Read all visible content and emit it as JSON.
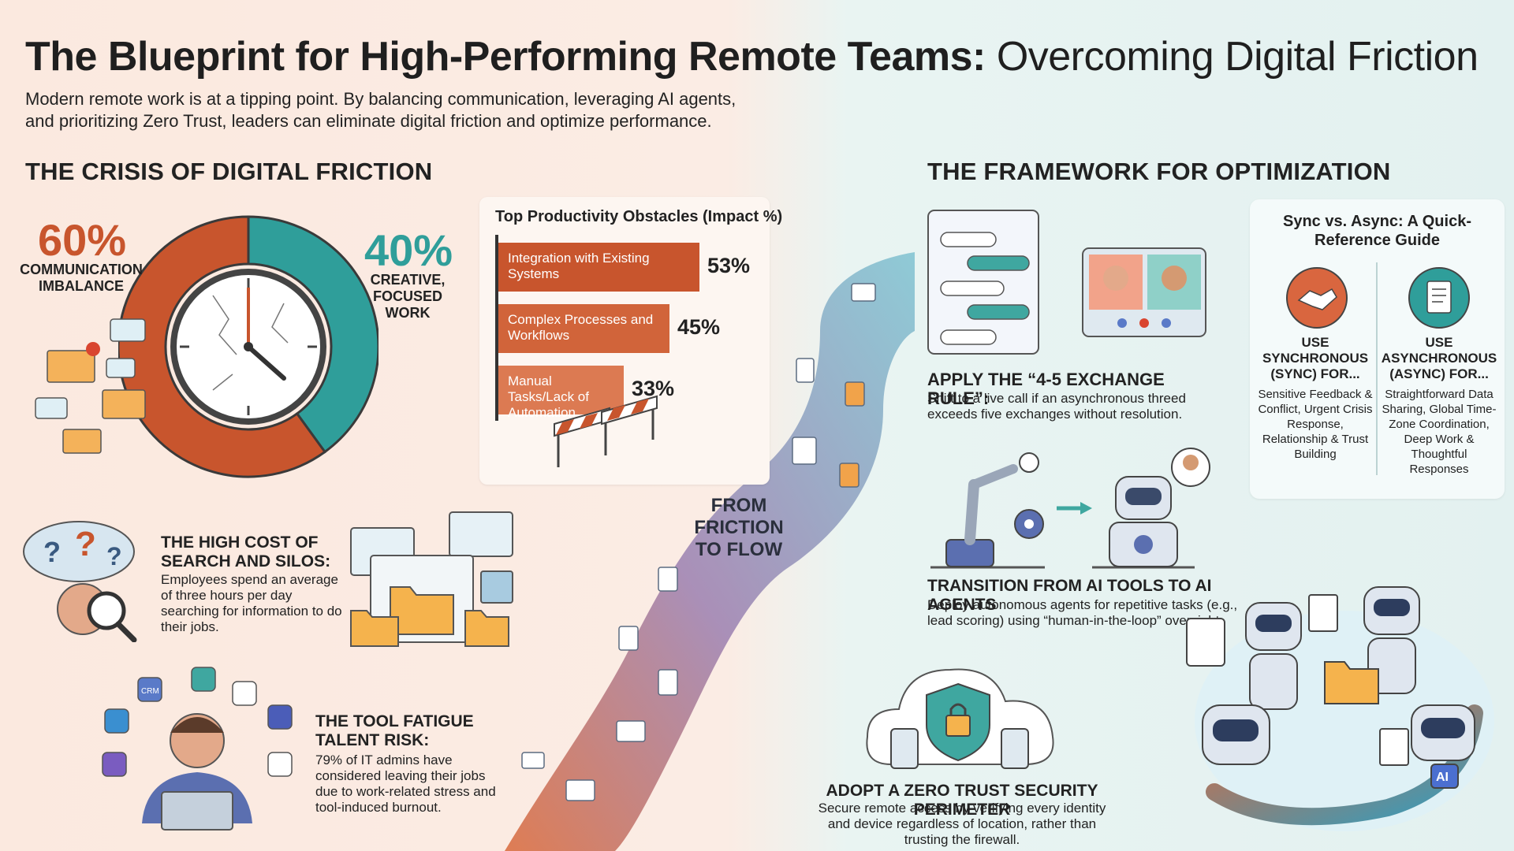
{
  "header": {
    "title_bold": "The Blueprint for High-Performing Remote Teams:",
    "title_light": "Overcoming Digital Friction",
    "subtitle": "Modern remote work is at a tipping point. By balancing communication, leveraging AI agents, and prioritizing Zero Trust, leaders can eliminate digital friction and optimize performance."
  },
  "crisis": {
    "heading": "THE CRISIS OF DIGITAL FRICTION",
    "donut": {
      "left_value": "60%",
      "left_label": "COMMUNICATION IMBALANCE",
      "right_value": "40%",
      "right_label": "CREATIVE, FOCUSED WORK",
      "segments": [
        {
          "name": "communication",
          "percent": 60,
          "color": "#c8552d"
        },
        {
          "name": "creative",
          "percent": 40,
          "color": "#2f9e9a"
        }
      ]
    },
    "obstacles": {
      "title": "Top Productivity Obstacles (Impact %)",
      "items": [
        {
          "label": "Integration with Existing Systems",
          "value": 53,
          "display": "53%",
          "color": "#c8552d"
        },
        {
          "label": "Complex Processes and Workflows",
          "value": 45,
          "display": "45%",
          "color": "#d1643a"
        },
        {
          "label": "Manual Tasks/Lack of Automation",
          "value": 33,
          "display": "33%",
          "color": "#dc7a52"
        }
      ]
    },
    "search": {
      "heading": "THE HIGH COST OF SEARCH AND SILOS:",
      "body": "Employees spend an average of three hours per day searching for information to do their jobs."
    },
    "fatigue": {
      "heading": "THE TOOL FATIGUE TALENT RISK:",
      "body": "79% of IT admins have considered leaving their jobs due to work-related stress and tool-induced burnout.",
      "crm_badge": "CRM"
    }
  },
  "bridge": {
    "label": "FROM FRICTION TO FLOW"
  },
  "framework": {
    "heading": "THE FRAMEWORK FOR OPTIMIZATION",
    "exchange": {
      "heading": "APPLY THE “4-5 EXCHANGE RULE”:",
      "body": "Shift to a live call if an asynchronous threed exceeds five exchanges without resolution."
    },
    "agents": {
      "heading": "TRANSITION FROM AI TOOLS TO AI AGENTS",
      "body": "Deploy autonomous agents for repetitive tasks (e.g., lead scoring) using “human-in-the-loop” oversight."
    },
    "zerotrust": {
      "heading": "ADOPT A ZERO TRUST SECURITY PERIMETER",
      "body": "Secure remote access by verifying every identity and device regardless of location, rather than trusting the firewall."
    },
    "guide": {
      "title": "Sync vs. Async: A Quick-Reference Guide",
      "sync_heading": "USE SYNCHRONOUS (SYNC) FOR...",
      "sync_items": "Sensitive Feedback & Conflict, Urgent Crisis Response, Relationship & Trust Building",
      "async_heading": "USE ASYNCHRONOUS (ASYNC) FOR...",
      "async_items": "Straightforward Data Sharing, Global Time-Zone Coordination, Deep Work & Thoughtful Responses"
    },
    "robot_badge": "AI"
  },
  "colors": {
    "orange": "#c8552d",
    "teal": "#2f9e9a",
    "text": "#222222"
  }
}
